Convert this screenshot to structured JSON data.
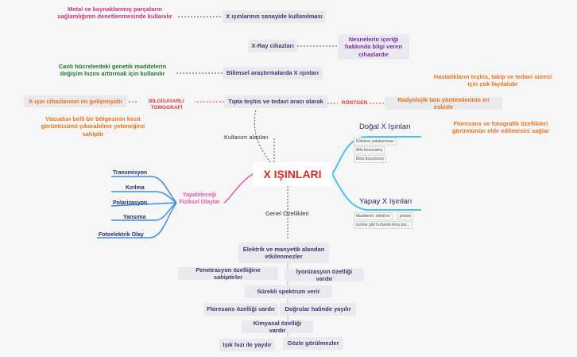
{
  "center": "X IŞINLARI",
  "top_branch_label": "Kullanım alanları",
  "bottom_branch_label": "Genel Özellikleri",
  "top_nodes": {
    "industry": "X ışınlarının sanayide kullanılması",
    "industry_desc": "Metal ve kaynaklanmış parçaların sağlamlığının denetlenmesinde kullanılır",
    "xray_devices": "X-Ray cihazları",
    "xray_desc": "Nesnelerin içeriği hakkında bilgi veren cihazlardır",
    "research": "Bilimsel araştırmalarda X ışınları",
    "research_desc": "Canlı hücrelerdeki genetik maddelerin değişim hızını arttırmak için kullanılır",
    "medical": "Tıpta teşhis ve tedavi aracı olarak",
    "ct_label": "BİLGİSAYARLI TOMOGRAFİ",
    "ct_desc": "X-ışın  cihazlarının en gelişmişidir",
    "ct_desc2": "Vücudun belli bir bölgesinin kesit görüntüsünü çıkarabilme yeteneğine sahiptir",
    "rontgen_label": "RÖNTGEN",
    "rontgen_desc": "Radyolojik tanı yöntemlerinin en eskidir",
    "rontgen_desc2": "Hastalıkların teşhis, takip ve tedavi süreci için çok faydalıdır",
    "rontgen_desc3": "Floresans ve fotografik özellikleri görüntünün elde edilmesini sağlar"
  },
  "right_nodes": {
    "natural": "Doğal X Işınları",
    "natural_items": [
      "Elektron yakalanması",
      "Alfa bozunumu",
      "Beta bozunumu"
    ],
    "artificial": "Yapay X Işınları",
    "artificial_items": [
      "Maddenin; elektron",
      "proton",
      "iyonlar gibi hızlandırılmış par..."
    ]
  },
  "left_nodes": {
    "label": "Yapabileceği Fiziksel Olaylar",
    "items": [
      "Transmisyon",
      "Kırılma",
      "Polarizasyon",
      "Yansıma",
      "Fotoelektrik Olay"
    ]
  },
  "properties": [
    "Elektrik ve manyetik alandan etkilenmezler",
    "Penetrasyon özelliğine sahiptirler",
    "İyonizasyon özelliği vardır",
    "Sürekli spektrum verir",
    "Floresans özelliği vardır",
    "Doğrular halinde yayılır",
    "Kimyasal özelliği vardır",
    "Işık hızı ile yayılır",
    "Gözle görülmezler"
  ],
  "colors": {
    "center_text": "#d72a2a",
    "right_branch": "#4ec3e8",
    "left_branch": "#3f8fdc",
    "pink_label": "#e05aa8",
    "orange": "#e8731c",
    "red": "#d63a3a"
  }
}
